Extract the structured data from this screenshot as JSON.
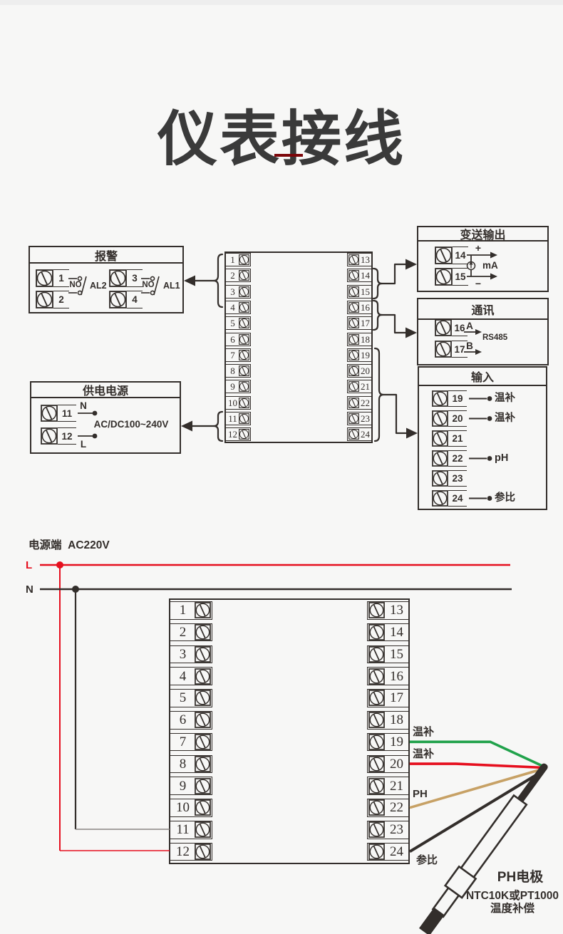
{
  "page": {
    "title": "仪表接线",
    "underline_color": "#7c060a",
    "background": "#f7f7f6"
  },
  "top_diagram": {
    "alarm": {
      "title": "报警",
      "no_label": "NO",
      "t": [
        "1",
        "2",
        "3",
        "4"
      ],
      "al": [
        "AL2",
        "AL1"
      ]
    },
    "power": {
      "title": "供电电源",
      "t11": "11",
      "t12": "12",
      "n": "N",
      "l": "L",
      "rating": "AC/DC100~240V"
    },
    "output": {
      "title": "变送输出",
      "t14": "14",
      "t15": "15",
      "plus": "+",
      "minus": "−",
      "unit": "mA"
    },
    "comm": {
      "title": "通讯",
      "t16": "16",
      "t17": "17",
      "a": "A",
      "b": "B",
      "protocol": "RS485"
    },
    "input": {
      "title": "输入",
      "nums": [
        "19",
        "20",
        "21",
        "22",
        "23",
        "24"
      ],
      "labels": [
        "温补",
        "温补",
        "",
        "pH",
        "",
        "参比"
      ]
    },
    "block": {
      "left": [
        "1",
        "2",
        "3",
        "4",
        "5",
        "6",
        "7",
        "8",
        "9",
        "10",
        "11",
        "12"
      ],
      "right": [
        "13",
        "14",
        "15",
        "16",
        "17",
        "18",
        "19",
        "20",
        "21",
        "22",
        "23",
        "24"
      ]
    }
  },
  "bottom_diagram": {
    "source": {
      "label": "电源端",
      "voltage": "AC220V",
      "l": "L",
      "n": "N"
    },
    "block": {
      "left": [
        "1",
        "2",
        "3",
        "4",
        "5",
        "6",
        "7",
        "8",
        "9",
        "10",
        "11",
        "12"
      ],
      "right": [
        "13",
        "14",
        "15",
        "16",
        "17",
        "18",
        "19",
        "20",
        "21",
        "22",
        "23",
        "24"
      ]
    },
    "wire_labels": {
      "t19": "温补",
      "t20": "温补",
      "t22": "PH",
      "t24": "参比"
    },
    "wire_colors": {
      "t19": "#21a24b",
      "t20": "#e60f1e",
      "t22": "#c7a165",
      "t24": "#332e2b"
    },
    "colors": {
      "live": "#e60f1e",
      "neutral": "#332e2b"
    },
    "electrode": {
      "name": "PH电极",
      "sensor": "NTC10K或PT1000",
      "note": "温度补偿"
    }
  }
}
